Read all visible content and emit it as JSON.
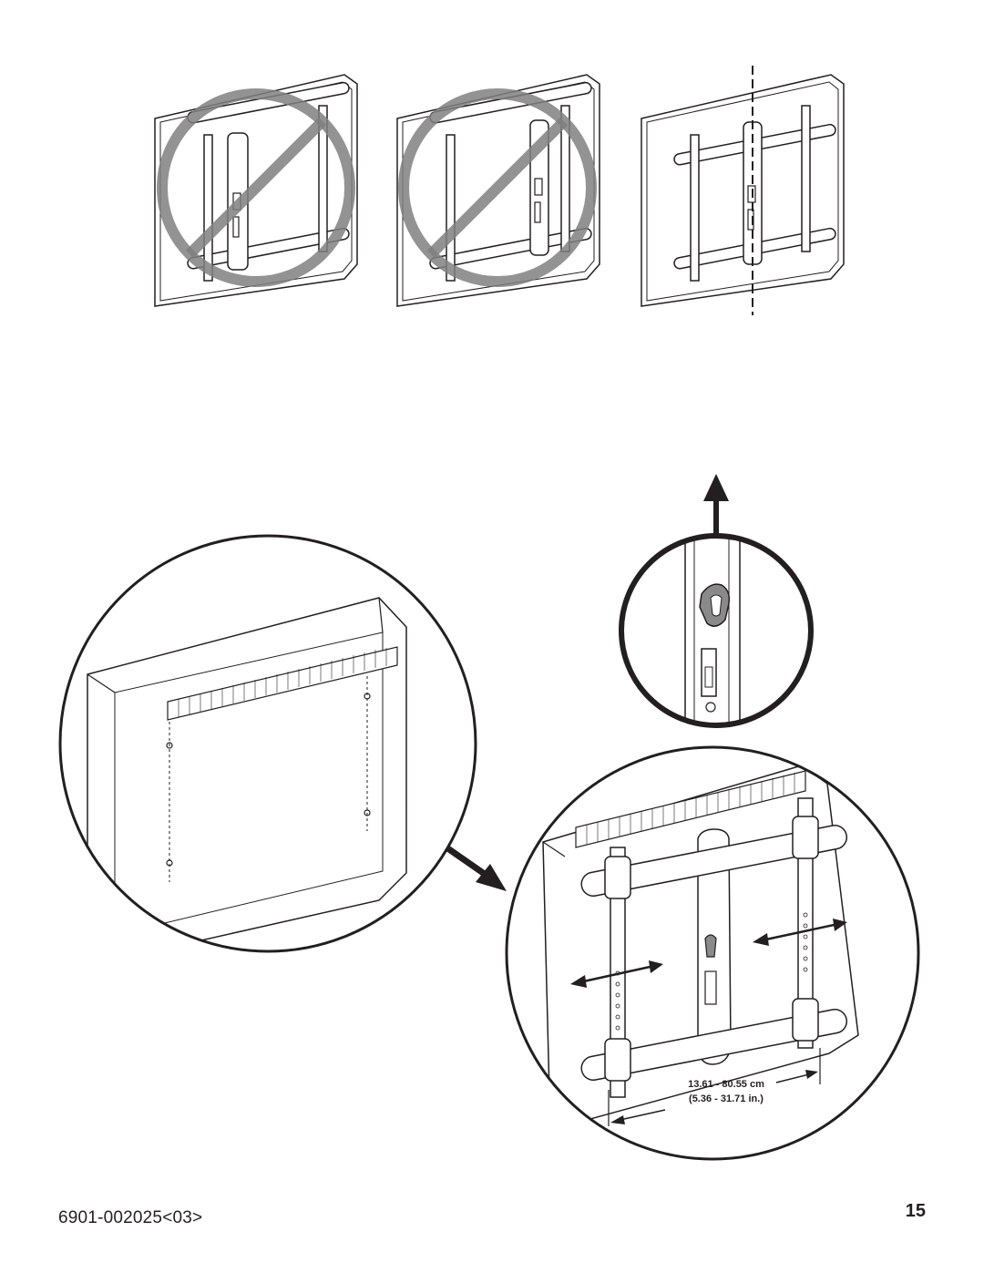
{
  "footer": {
    "document_code": "6901-002025<03>",
    "page_number": "15"
  },
  "dimension": {
    "metric": "13.61 - 80.55 cm",
    "imperial": "(5.36 - 31.71 in.)"
  },
  "colors": {
    "line": "#231f20",
    "no_symbol": "#808080",
    "latch": "#8a8a8a"
  }
}
